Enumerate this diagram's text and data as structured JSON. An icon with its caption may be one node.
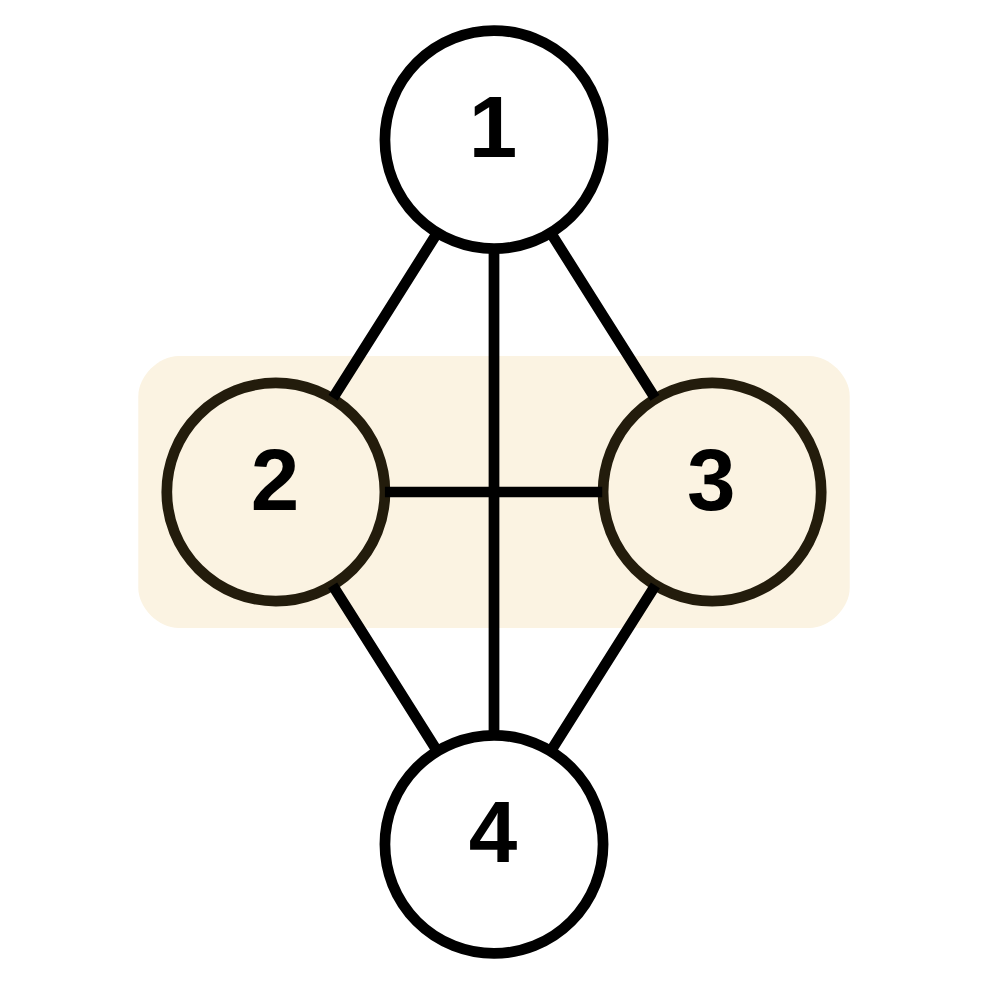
{
  "diagram": {
    "nodes": [
      {
        "text": [
          "1"
        ]
      },
      {
        "text": [],
        "shape": "band"
      },
      {
        "text": [
          "2"
        ],
        "in": 1
      },
      {
        "text": [
          "3"
        ],
        "in": 1
      },
      {
        "text": [
          "4"
        ]
      }
    ],
    "edges": [
      {
        "from": 0,
        "to": 2,
        "arrow": "none"
      },
      {
        "from": 0,
        "to": 3,
        "arrow": "none"
      },
      {
        "from": 0,
        "to": 4,
        "arrow": "none"
      },
      {
        "from": 2,
        "to": 3,
        "arrow": "none"
      },
      {
        "from": 2,
        "to": 4,
        "arrow": "none"
      },
      {
        "from": 3,
        "to": 4,
        "arrow": "none"
      }
    ]
  }
}
